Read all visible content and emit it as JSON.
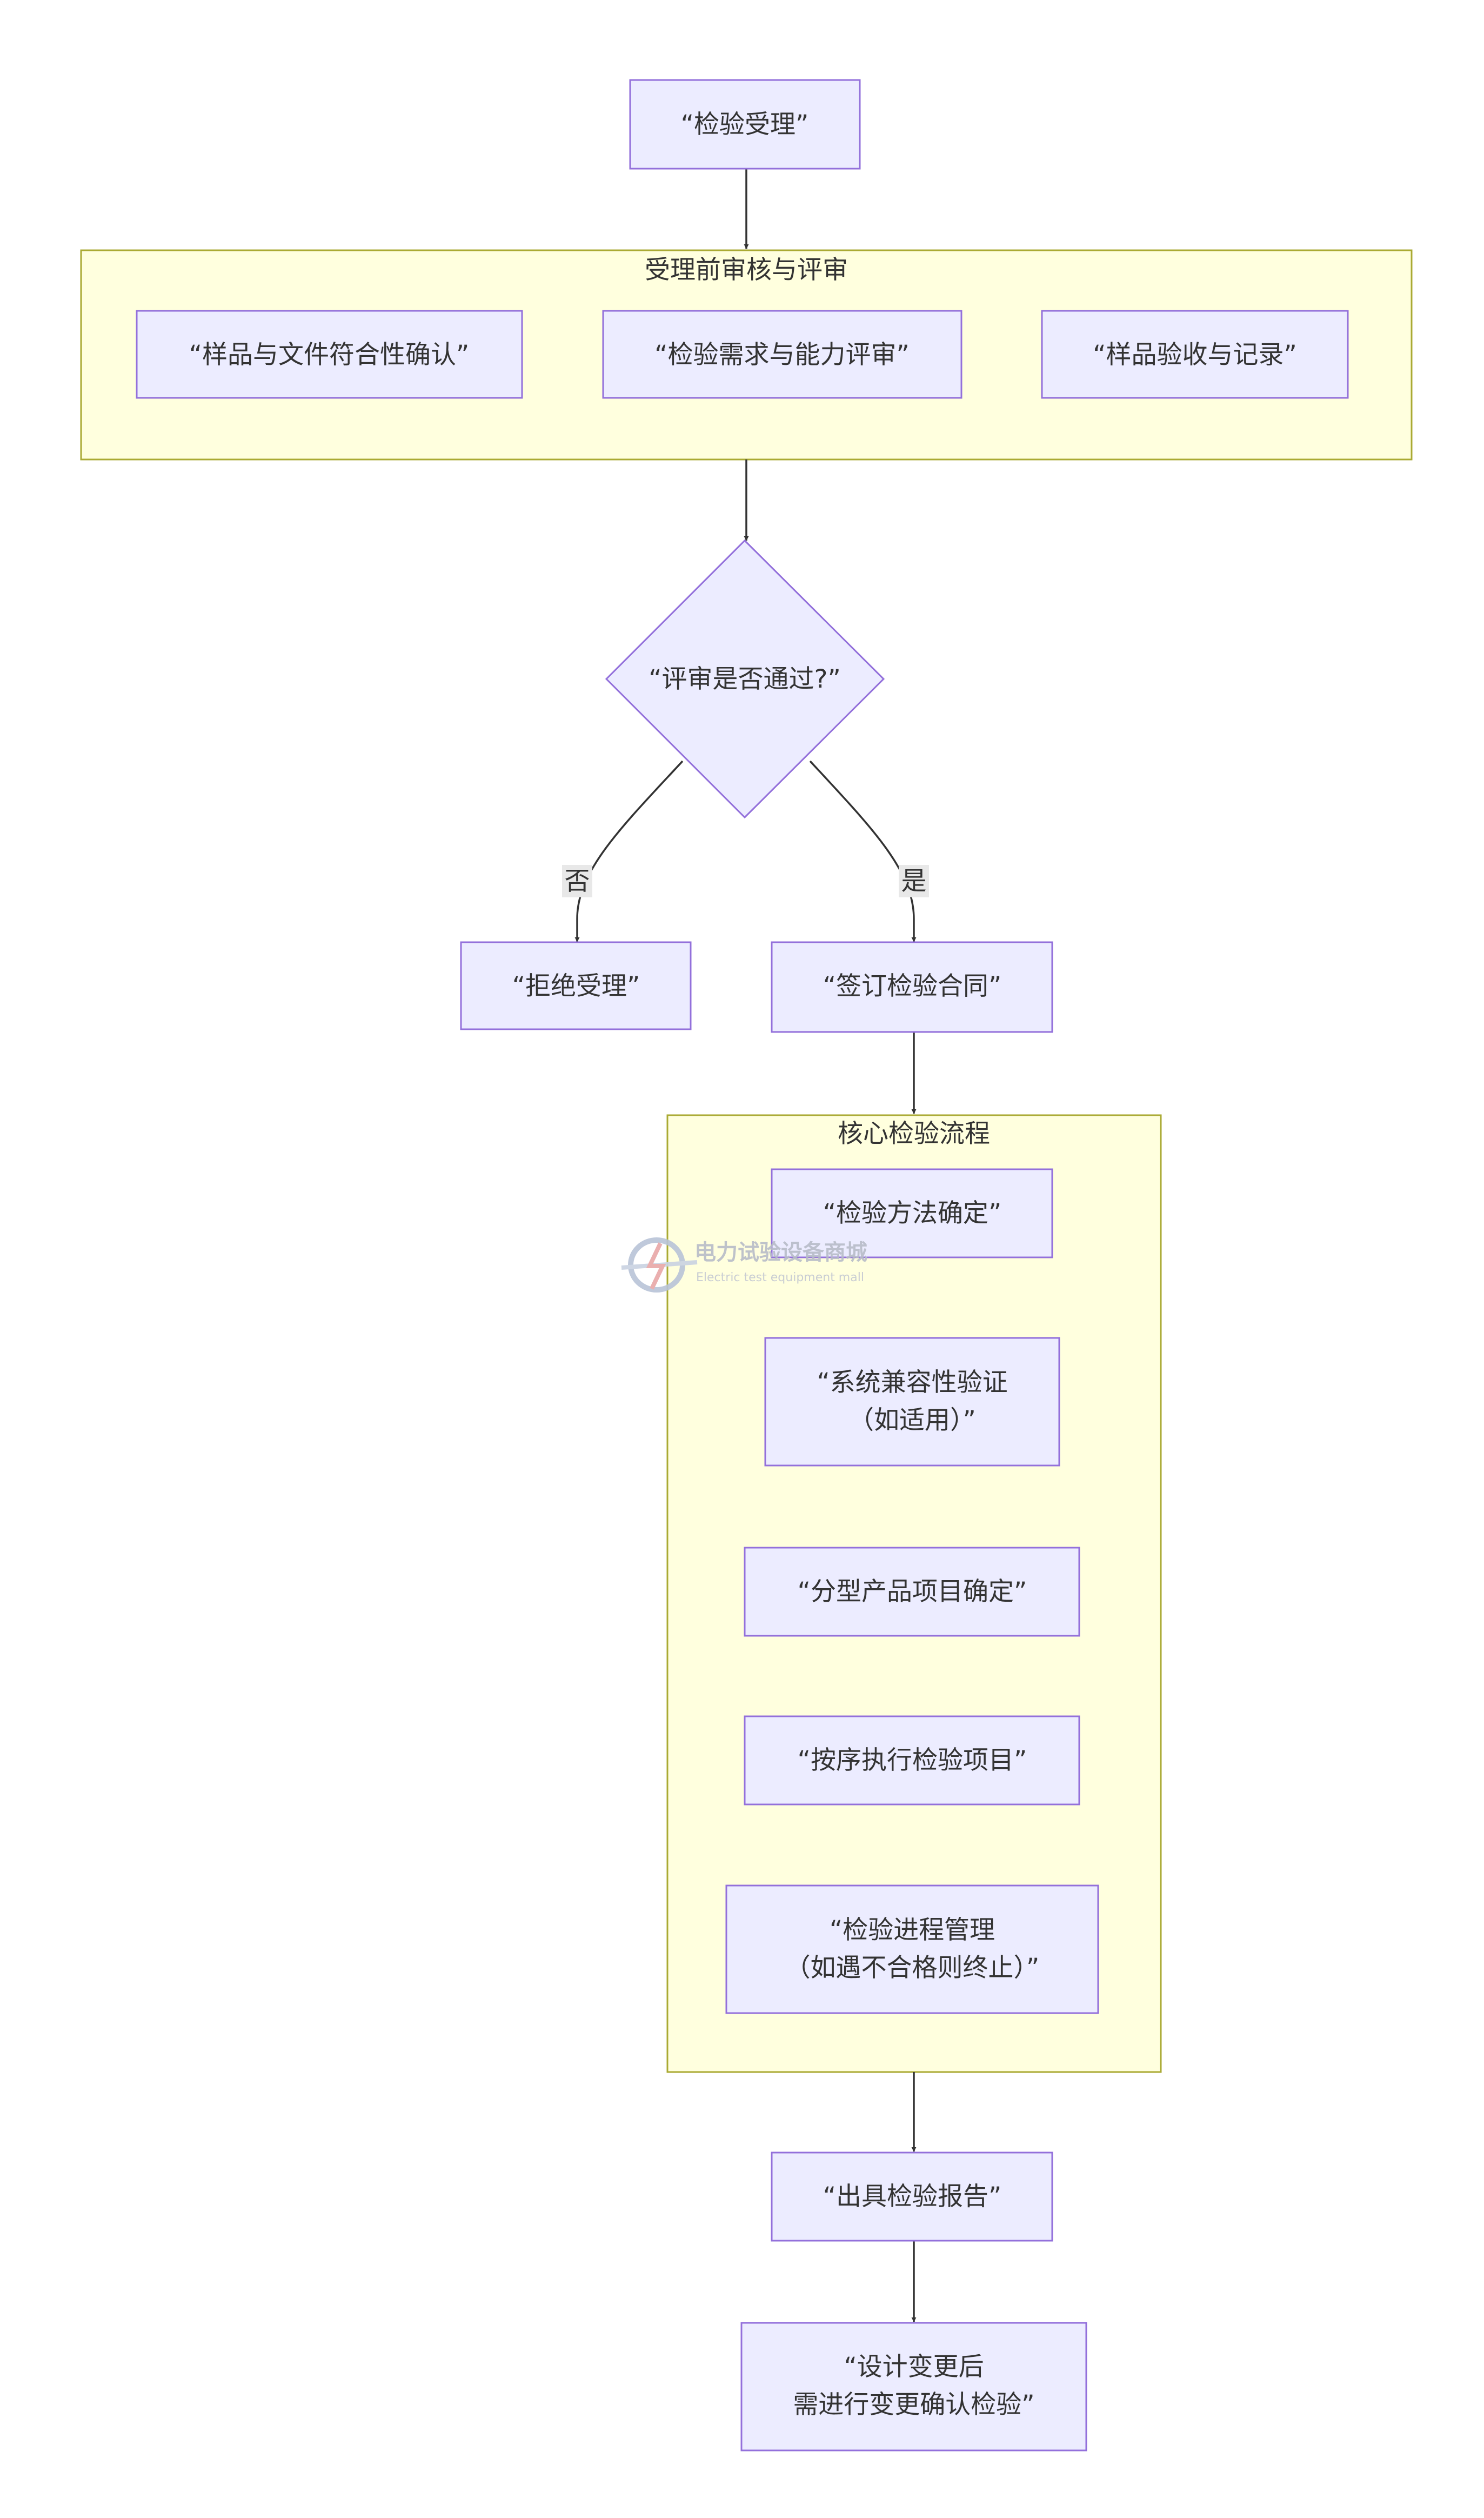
{
  "colors": {
    "node_fill": "#ECECFF",
    "node_stroke": "#9370DB",
    "group_fill": "#FFFFDE",
    "group_stroke": "#AAAA33",
    "edge": "#333333",
    "label_bg": "#E8E8E8",
    "text": "#333333"
  },
  "nodes": {
    "inspection_acceptance": "“检验受理”",
    "sample_document_check": "“样品与文件符合性确认”",
    "demand_capability_review": "“检验需求与能力评审”",
    "sample_receipt_record": "“样品验收与记录”",
    "review_passed_question": "“评审是否通过?”",
    "reject_acceptance": "“拒绝受理”",
    "sign_contract": "“签订检验合同”",
    "method_determination": "“检验方法确定”",
    "system_compat_line1": "“系统兼容性验证",
    "system_compat_line2": "（如适用）”",
    "typical_product_items": "“分型产品项目确定”",
    "execute_items_in_order": "“按序执行检验项目”",
    "progress_mgmt_line1": "“检验进程管理",
    "progress_mgmt_line2": "（如遇不合格则终止）”",
    "issue_report": "“出具检验报告”",
    "design_change_line1": "“设计变更后",
    "design_change_line2": "需进行变更确认检验”"
  },
  "groups": {
    "pre_review": "受理前审核与评审",
    "core_process": "核心检验流程"
  },
  "edge_labels": {
    "no": "否",
    "yes": "是"
  },
  "watermark": {
    "title": "电力试验设备商城",
    "subtitle": "Electric test equipment mall"
  }
}
